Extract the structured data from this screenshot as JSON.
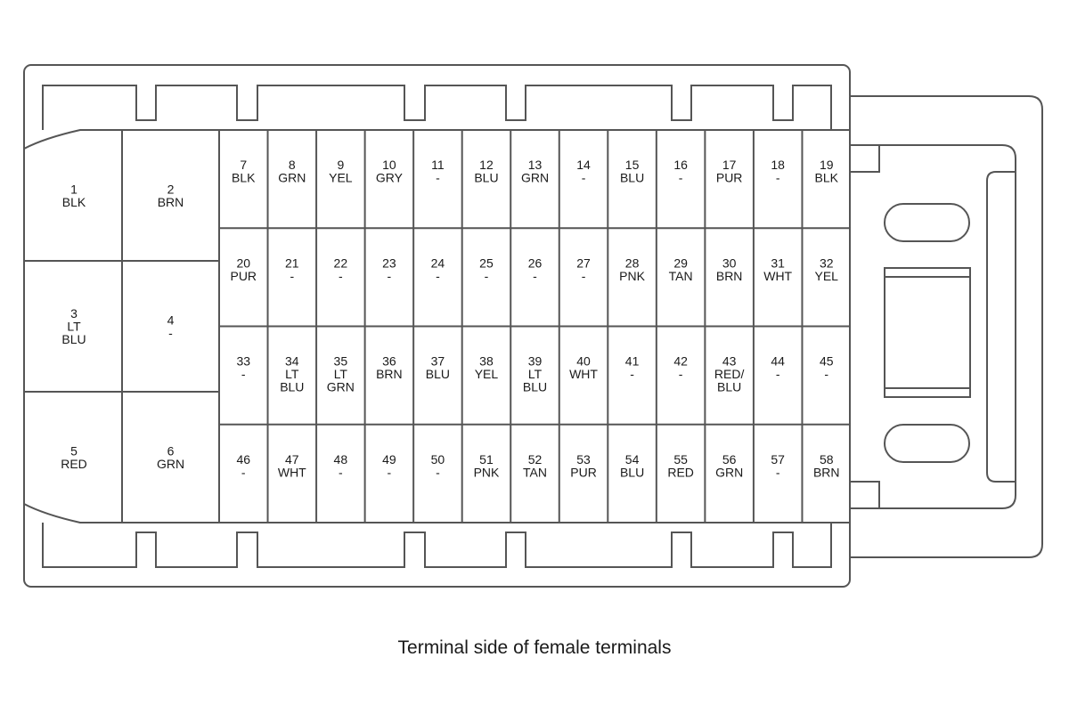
{
  "caption": "Terminal side of female terminals",
  "colors": {
    "stroke": "#555555",
    "text": "#1a1a1a",
    "background": "#ffffff"
  },
  "large_pins": [
    {
      "id": "pin-1",
      "lines": [
        "1",
        "BLK"
      ]
    },
    {
      "id": "pin-2",
      "lines": [
        "2",
        "BRN"
      ]
    },
    {
      "id": "pin-3",
      "lines": [
        "3",
        "LT",
        "BLU"
      ]
    },
    {
      "id": "pin-4",
      "lines": [
        "4",
        "-"
      ]
    },
    {
      "id": "pin-5",
      "lines": [
        "5",
        "RED"
      ]
    },
    {
      "id": "pin-6",
      "lines": [
        "6",
        "GRN"
      ]
    }
  ],
  "small_pin_rows": [
    [
      {
        "id": "pin-7",
        "lines": [
          "7",
          "BLK"
        ]
      },
      {
        "id": "pin-8",
        "lines": [
          "8",
          "GRN"
        ]
      },
      {
        "id": "pin-9",
        "lines": [
          "9",
          "YEL"
        ]
      },
      {
        "id": "pin-10",
        "lines": [
          "10",
          "GRY"
        ]
      },
      {
        "id": "pin-11",
        "lines": [
          "11",
          "-"
        ]
      },
      {
        "id": "pin-12",
        "lines": [
          "12",
          "BLU"
        ]
      },
      {
        "id": "pin-13",
        "lines": [
          "13",
          "GRN"
        ]
      },
      {
        "id": "pin-14",
        "lines": [
          "14",
          "-"
        ]
      },
      {
        "id": "pin-15",
        "lines": [
          "15",
          "BLU"
        ]
      },
      {
        "id": "pin-16",
        "lines": [
          "16",
          "-"
        ]
      },
      {
        "id": "pin-17",
        "lines": [
          "17",
          "PUR"
        ]
      },
      {
        "id": "pin-18",
        "lines": [
          "18",
          "-"
        ]
      },
      {
        "id": "pin-19",
        "lines": [
          "19",
          "BLK"
        ]
      }
    ],
    [
      {
        "id": "pin-20",
        "lines": [
          "20",
          "PUR"
        ]
      },
      {
        "id": "pin-21",
        "lines": [
          "21",
          "-"
        ]
      },
      {
        "id": "pin-22",
        "lines": [
          "22",
          "-"
        ]
      },
      {
        "id": "pin-23",
        "lines": [
          "23",
          "-"
        ]
      },
      {
        "id": "pin-24",
        "lines": [
          "24",
          "-"
        ]
      },
      {
        "id": "pin-25",
        "lines": [
          "25",
          "-"
        ]
      },
      {
        "id": "pin-26",
        "lines": [
          "26",
          "-"
        ]
      },
      {
        "id": "pin-27",
        "lines": [
          "27",
          "-"
        ]
      },
      {
        "id": "pin-28",
        "lines": [
          "28",
          "PNK"
        ]
      },
      {
        "id": "pin-29",
        "lines": [
          "29",
          "TAN"
        ]
      },
      {
        "id": "pin-30",
        "lines": [
          "30",
          "BRN"
        ]
      },
      {
        "id": "pin-31",
        "lines": [
          "31",
          "WHT"
        ]
      },
      {
        "id": "pin-32",
        "lines": [
          "32",
          "YEL"
        ]
      }
    ],
    [
      {
        "id": "pin-33",
        "lines": [
          "33",
          "-"
        ]
      },
      {
        "id": "pin-34",
        "lines": [
          "34",
          "LT",
          "BLU"
        ]
      },
      {
        "id": "pin-35",
        "lines": [
          "35",
          "LT",
          "GRN"
        ]
      },
      {
        "id": "pin-36",
        "lines": [
          "36",
          "BRN"
        ]
      },
      {
        "id": "pin-37",
        "lines": [
          "37",
          "BLU"
        ]
      },
      {
        "id": "pin-38",
        "lines": [
          "38",
          "YEL"
        ]
      },
      {
        "id": "pin-39",
        "lines": [
          "39",
          "LT",
          "BLU"
        ]
      },
      {
        "id": "pin-40",
        "lines": [
          "40",
          "WHT"
        ]
      },
      {
        "id": "pin-41",
        "lines": [
          "41",
          "-"
        ]
      },
      {
        "id": "pin-42",
        "lines": [
          "42",
          "-"
        ]
      },
      {
        "id": "pin-43",
        "lines": [
          "43",
          "RED/",
          "BLU"
        ]
      },
      {
        "id": "pin-44",
        "lines": [
          "44",
          "-"
        ]
      },
      {
        "id": "pin-45",
        "lines": [
          "45",
          "-"
        ]
      }
    ],
    [
      {
        "id": "pin-46",
        "lines": [
          "46",
          "-"
        ]
      },
      {
        "id": "pin-47",
        "lines": [
          "47",
          "WHT"
        ]
      },
      {
        "id": "pin-48",
        "lines": [
          "48",
          "-"
        ]
      },
      {
        "id": "pin-49",
        "lines": [
          "49",
          "-"
        ]
      },
      {
        "id": "pin-50",
        "lines": [
          "50",
          "-"
        ]
      },
      {
        "id": "pin-51",
        "lines": [
          "51",
          "PNK"
        ]
      },
      {
        "id": "pin-52",
        "lines": [
          "52",
          "TAN"
        ]
      },
      {
        "id": "pin-53",
        "lines": [
          "53",
          "PUR"
        ]
      },
      {
        "id": "pin-54",
        "lines": [
          "54",
          "BLU"
        ]
      },
      {
        "id": "pin-55",
        "lines": [
          "55",
          "RED"
        ]
      },
      {
        "id": "pin-56",
        "lines": [
          "56",
          "GRN"
        ]
      },
      {
        "id": "pin-57",
        "lines": [
          "57",
          "-"
        ]
      },
      {
        "id": "pin-58",
        "lines": [
          "58",
          "BRN"
        ]
      }
    ]
  ]
}
